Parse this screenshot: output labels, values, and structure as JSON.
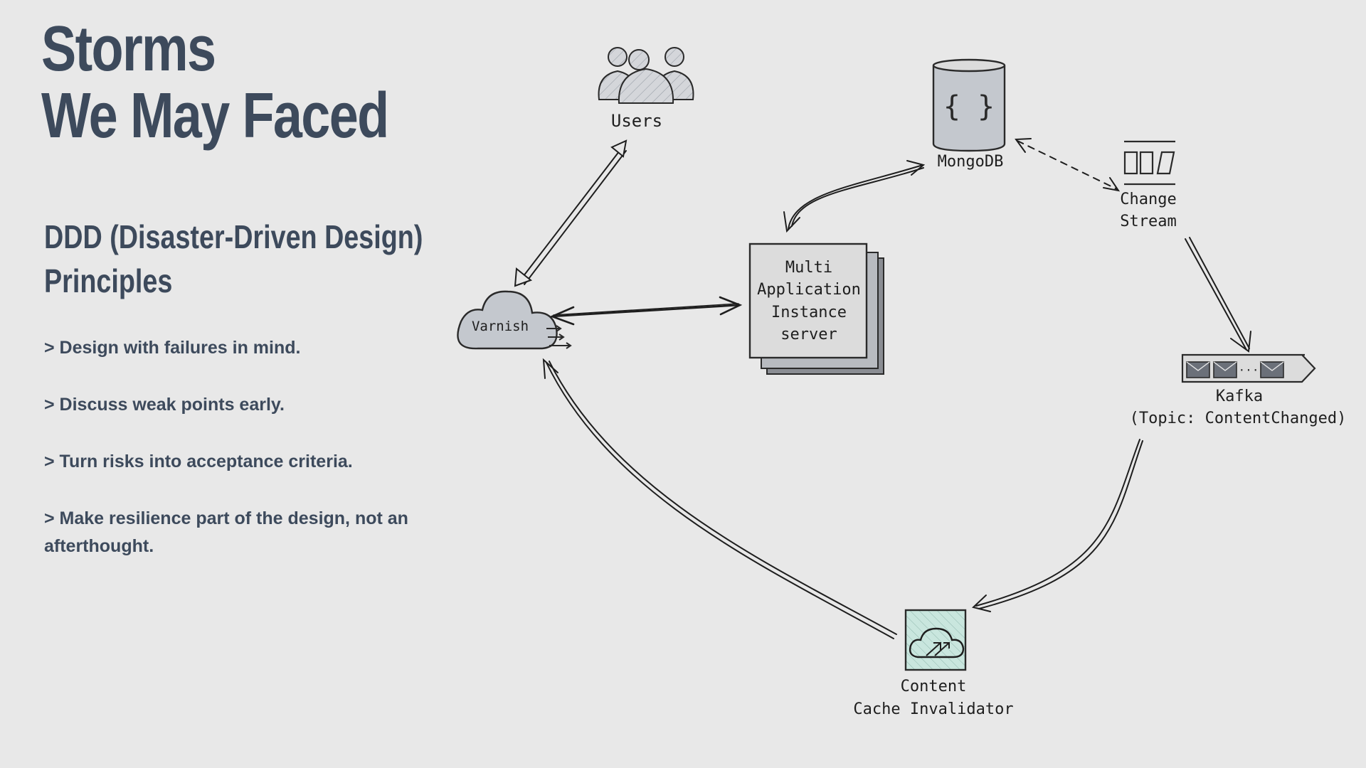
{
  "slide": {
    "title_line1": "Storms",
    "title_line2": "We May Faced",
    "subtitle_line1": "DDD (Disaster-Driven Design)",
    "subtitle_line2": "Principles",
    "bullets": [
      "> Design with failures in mind.",
      "> Discuss weak points early.",
      "> Turn risks into acceptance criteria.",
      "> Make resilience part of the design, not an afterthought."
    ]
  },
  "diagram": {
    "users": {
      "label": "Users",
      "icon": "users-icon"
    },
    "varnish": {
      "label": "Varnish",
      "icon": "cloud-icon"
    },
    "app": {
      "line1": "Multi",
      "line2": "Application",
      "line3": "Instance",
      "line4": "server"
    },
    "mongodb": {
      "label": "MongoDB",
      "icon": "database-icon",
      "glyph": "{ }"
    },
    "change_stream": {
      "line1": "Change",
      "line2": "Stream",
      "icon": "stream-icon"
    },
    "kafka": {
      "line1": "Kafka",
      "line2": "(Topic: ContentChanged)",
      "icon": "queue-icon"
    },
    "invalidator": {
      "line1": "Content",
      "line2": "Cache Invalidator",
      "icon": "cloud-sync-icon"
    }
  }
}
